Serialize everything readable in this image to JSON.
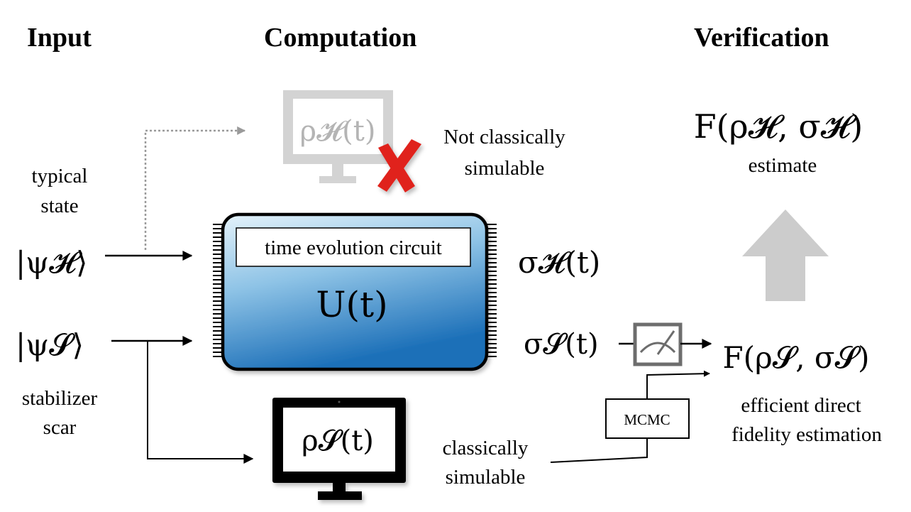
{
  "headers": {
    "input": "Input",
    "computation": "Computation",
    "verification": "Verification"
  },
  "input": {
    "typical_label_line1": "typical",
    "typical_label_line2": "state",
    "typical_ket": "|ψ𝓗⟩",
    "stabilizer_ket": "|ψ𝓢⟩",
    "stabilizer_label_line1": "stabilizer",
    "stabilizer_label_line2": "scar"
  },
  "computation": {
    "top_monitor_formula": "ρ𝓗(t)",
    "not_simulable_line1": "Not classically",
    "not_simulable_line2": "simulable",
    "circuit_title": "time evolution circuit",
    "circuit_formula": "U(t)",
    "bottom_monitor_formula": "ρ𝓢(t)",
    "simulable_line1": "classically",
    "simulable_line2": "simulable"
  },
  "outputs": {
    "sigma_h": "σ𝓗(t)",
    "sigma_s": "σ𝓢(t)"
  },
  "verification": {
    "fidelity_h": "F(ρ𝓗, σ𝓗)",
    "estimate_label": "estimate",
    "fidelity_s": "F(ρ𝓢, σ𝓢)",
    "mcmc_label": "MCMC",
    "efficient_line1": "efficient direct",
    "efficient_line2": "fidelity estimation"
  },
  "icons": {
    "top_monitor": "monitor-icon",
    "cross": "red-x-icon",
    "bottom_monitor": "monitor-icon",
    "meter": "measurement-meter-icon",
    "up_arrow": "up-arrow-icon"
  },
  "colors": {
    "circuit_top": "#d9ecf7",
    "circuit_bottom": "#1a73bd",
    "cross": "#e0231b",
    "faded_monitor": "#cfcfcf",
    "up_arrow": "#cccccc",
    "meter_frame": "#6d6d6d"
  }
}
